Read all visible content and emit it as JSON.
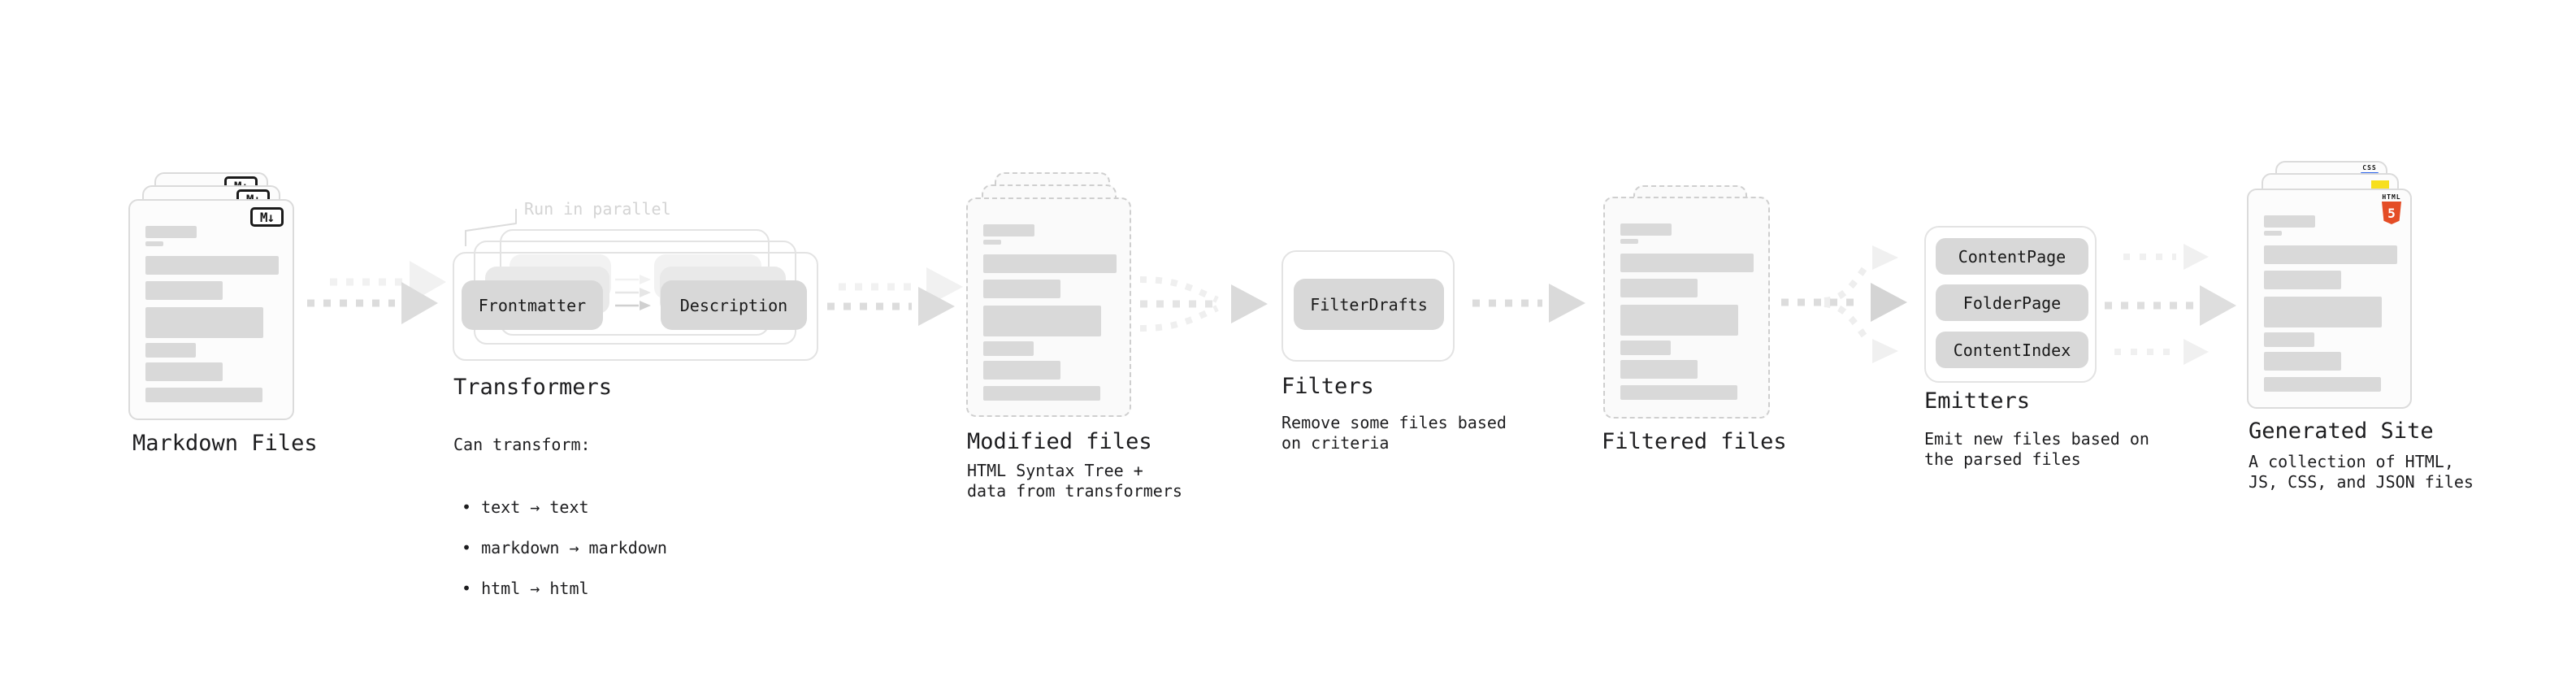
{
  "stages": {
    "markdown_files": {
      "label": "Markdown Files",
      "file_badge": "M↓"
    },
    "transformers": {
      "label": "Transformers",
      "annotation": "Run in parallel",
      "nodes": [
        "Frontmatter",
        "Description"
      ],
      "caption_heading": "Can transform:",
      "bullets": [
        "• text → text",
        "• markdown → markdown",
        "• html → html"
      ]
    },
    "modified_files": {
      "label": "Modified files",
      "caption": "HTML Syntax Tree +\ndata from transformers"
    },
    "filters": {
      "label": "Filters",
      "nodes": [
        "FilterDrafts"
      ],
      "caption": "Remove some files based\non criteria"
    },
    "filtered_files": {
      "label": "Filtered files"
    },
    "emitters": {
      "label": "Emitters",
      "nodes": [
        "ContentPage",
        "FolderPage",
        "ContentIndex"
      ],
      "caption": "Emit new files based on\nthe parsed files"
    },
    "generated_site": {
      "label": "Generated Site",
      "caption": "A collection of HTML,\nJS, CSS, and JSON files",
      "badges": {
        "html_label": "HTML",
        "html_number": "5",
        "css_label": "CSS"
      }
    }
  },
  "colors": {
    "background": "#ffffff",
    "text": "#1d1d1f",
    "annotation_text": "#d4d4d4",
    "node_fill": "#d8d8d8",
    "skeleton_fill": "#d9d9d9",
    "doc_border": "#dbdbdb",
    "dashed_doc_border": "#cfcfcf",
    "container_border": "#e3e3e3",
    "arrow_dark": "#dcdcdc",
    "arrow_light": "#f1f1f1",
    "html5_orange": "#e44d26",
    "js_yellow": "#f7df1e",
    "css_blue": "#2962e9"
  }
}
